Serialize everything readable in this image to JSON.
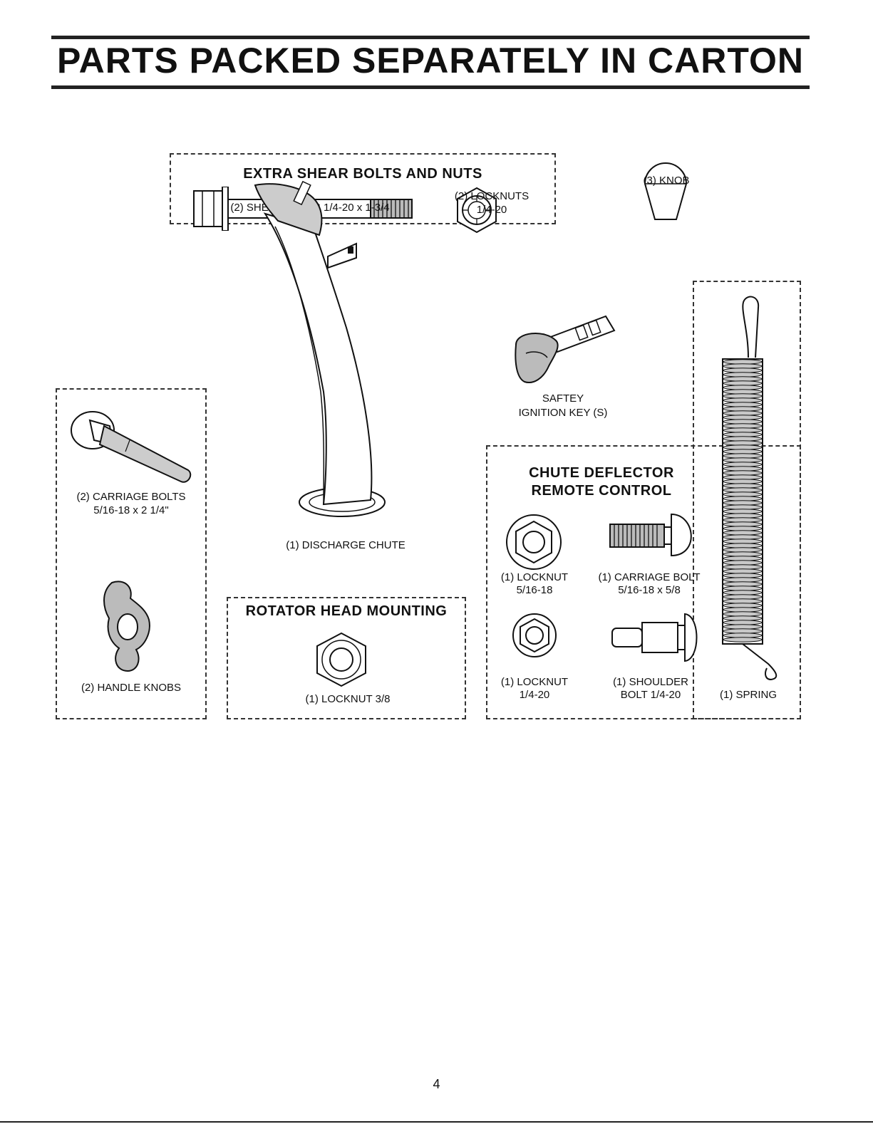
{
  "page": {
    "title": "PARTS PACKED SEPARATELY IN CARTON",
    "page_number": "4"
  },
  "shear_box": {
    "heading": "EXTRA SHEAR BOLTS AND NUTS",
    "bolts_label": "(2) SHEAR BOLTS 1/4-20 x 1-3/4",
    "locknuts_label_1": "(2) LOCKNUTS",
    "locknuts_label_2": "1/4-20"
  },
  "knob": {
    "label": "(3) KNOB"
  },
  "key": {
    "label_1": "SAFTEY",
    "label_2": "IGNITION KEY (S)"
  },
  "carriage_box": {
    "carriage_label_1": "(2) CARRIAGE BOLTS",
    "carriage_label_2": "5/16-18 x 2 1/4\"",
    "handle_label": "(2) HANDLE KNOBS"
  },
  "chute": {
    "label": "(1) DISCHARGE CHUTE"
  },
  "rotator_box": {
    "heading": "ROTATOR HEAD MOUNTING",
    "locknut_label": "(1)  LOCKNUT 3/8"
  },
  "deflector_box": {
    "heading_1": "CHUTE DEFLECTOR",
    "heading_2": "REMOTE CONTROL",
    "locknut1_label_1": "(1) LOCKNUT",
    "locknut1_label_2": "5/16-18",
    "carriage_label_1": "(1) CARRIAGE BOLT",
    "carriage_label_2": "5/16-18 x 5/8",
    "locknut2_label_1": "(1) LOCKNUT",
    "locknut2_label_2": "1/4-20",
    "shoulder_label_1": "(1) SHOULDER",
    "shoulder_label_2": "BOLT 1/4-20",
    "spring_label": "(1) SPRING"
  }
}
